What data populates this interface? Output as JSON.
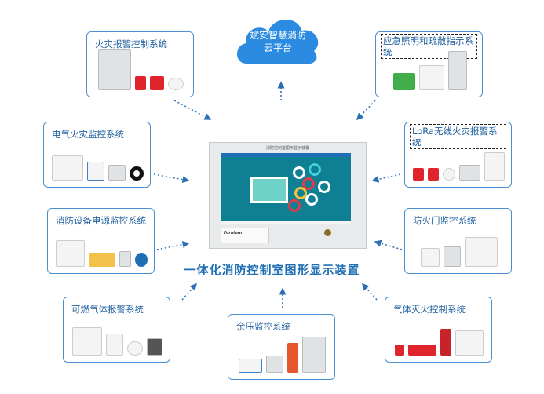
{
  "cloud": {
    "label": "斌安智慧消防云平台"
  },
  "center": {
    "device_title": "消防控制室图形显示装置",
    "brand": "Forafour",
    "caption": "一体化消防控制室图形显示装置"
  },
  "systems": [
    {
      "label": "火灾报警控制系统"
    },
    {
      "label": "应急照明和疏散指示系统"
    },
    {
      "label": "电气火灾监控系统"
    },
    {
      "label": "LoRa无线火灾报警系统"
    },
    {
      "label": "消防设备电源监控系统"
    },
    {
      "label": "防火门监控系统"
    },
    {
      "label": "可燃气体报警系统"
    },
    {
      "label": "余压监控系统"
    },
    {
      "label": "气体灭火控制系统"
    }
  ],
  "colors": {
    "accent": "#1f6fb5",
    "border": "#4a90d0",
    "cloud": "#2a8be0"
  }
}
